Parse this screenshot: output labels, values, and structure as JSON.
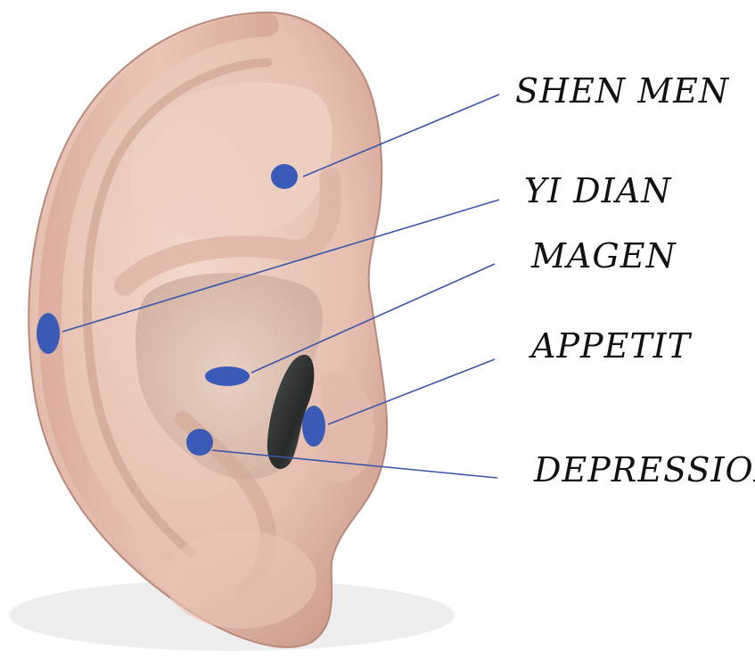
{
  "labels": {
    "shen_men": "SHEN MEN",
    "yi_dian": "YI DIAN",
    "magen": "MAGEN",
    "appetit": "APPETIT",
    "depression": "DEPRESSION"
  },
  "colors": {
    "point": "#3A5AB8",
    "leader_line": "#3C55A8",
    "skin": "#E9C7B9",
    "skin_shadow": "#C99C8E",
    "label_text": "#111111"
  }
}
